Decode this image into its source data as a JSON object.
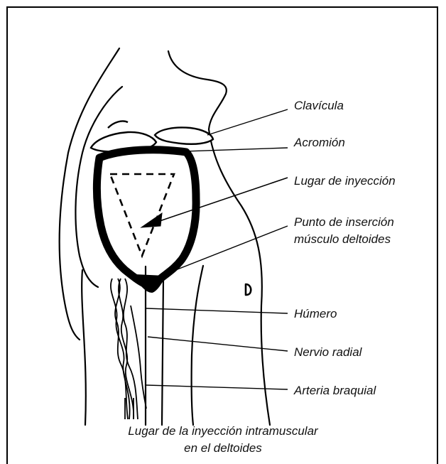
{
  "labels": {
    "clavicula": "Clavícula",
    "acromion": "Acromión",
    "lugar_inyeccion": "Lugar de inyección",
    "punto_insercion_1": "Punto de inserción",
    "punto_insercion_2": "músculo deltoides",
    "humero": "Húmero",
    "nervio_radial": "Nervio radial",
    "arteria_braquial": "Arteria braquial"
  },
  "caption": {
    "line1": "Lugar de la inyección intramuscular",
    "line2": "en el deltoides"
  }
}
